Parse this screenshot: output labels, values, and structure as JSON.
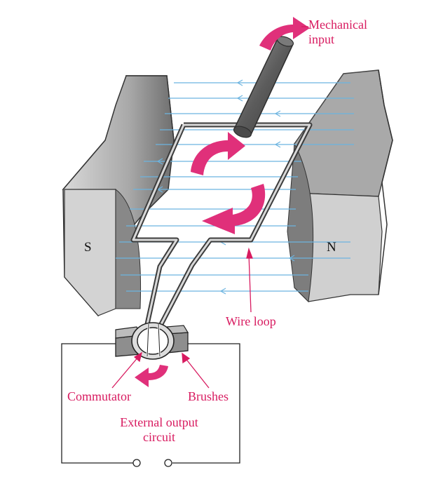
{
  "labels": {
    "mechanical_input_line1": "Mechanical",
    "mechanical_input_line2": "input",
    "pole_s": "S",
    "pole_n": "N",
    "wire_loop": "Wire loop",
    "commutator": "Commutator",
    "brushes": "Brushes",
    "external_line1": "External output",
    "external_line2": "circuit"
  },
  "colors": {
    "accent": "#d81b60",
    "field_lines": "#6cb4e0",
    "magnet_face": "#c9c9c9",
    "magnet_dark": "#8a8a8a",
    "wire": "#5a5a5a"
  },
  "icons": [
    "rotation-arrow-icon",
    "field-line-arrow-icon",
    "terminal-icon"
  ]
}
